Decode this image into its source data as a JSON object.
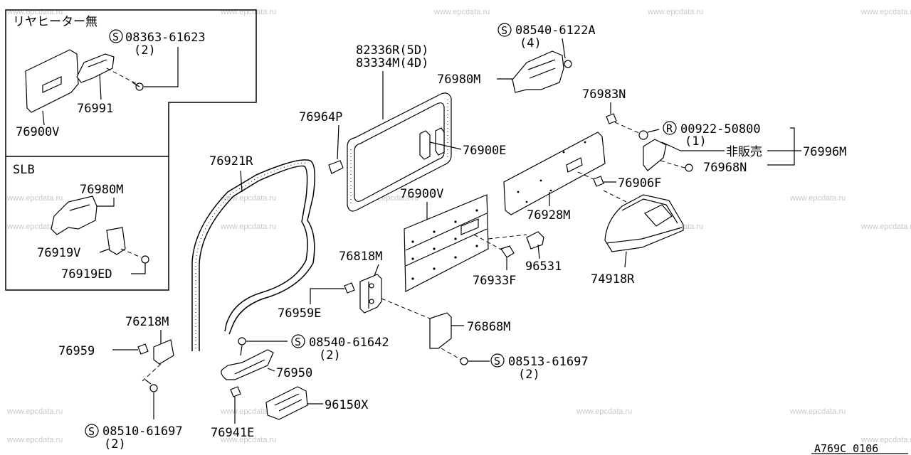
{
  "inset_rear_heater": {
    "title": "リヤヒーター無",
    "parts": {
      "bolt": "08363-61623",
      "bolt_qty": "(2)",
      "bracket": "76991",
      "panel": "76900V"
    }
  },
  "inset_slb": {
    "title": "SLB",
    "parts": {
      "bracket": "76980M",
      "plate": "76919V",
      "clip": "76919ED"
    }
  },
  "labels": {
    "p82336r": "82336R(5D)",
    "p83334m": "83334M(4D)",
    "p76964p": "76964P",
    "p76900e": "76900E",
    "p76921r": "76921R",
    "p76900v": "76900V",
    "p76818m": "76818M",
    "p76959e": "76959E",
    "p76933f": "76933F",
    "p96531": "96531",
    "p76218m": "76218M",
    "p76959": "76959",
    "p08540_61642": "08540-61642",
    "p08540_61642_qty": "(2)",
    "p76950": "76950",
    "p76868m": "76868M",
    "p08513_61697": "08513-61697",
    "p08513_61697_qty": "(2)",
    "p96150x": "96150X",
    "p76941e": "76941E",
    "p08510_61697": "08510-61697",
    "p08510_61697_qty": "(2)",
    "p08540_6122a": "08540-6122A",
    "p08540_6122a_qty": "(4)",
    "p76980m": "76980M",
    "p76983n": "76983N",
    "p00922_50800": "00922-50800",
    "p00922_50800_qty": "(1)",
    "not_for_sale": "非販売",
    "p76996m": "76996M",
    "p76968n": "76968N",
    "p76906f": "76906F",
    "p76928m": "76928M",
    "p74918r": "74918R"
  },
  "symbols": {
    "s_circle": "S",
    "r_circle": "R"
  },
  "diagram_code": "A769C 0106",
  "watermark": "www.epcdata.ru"
}
